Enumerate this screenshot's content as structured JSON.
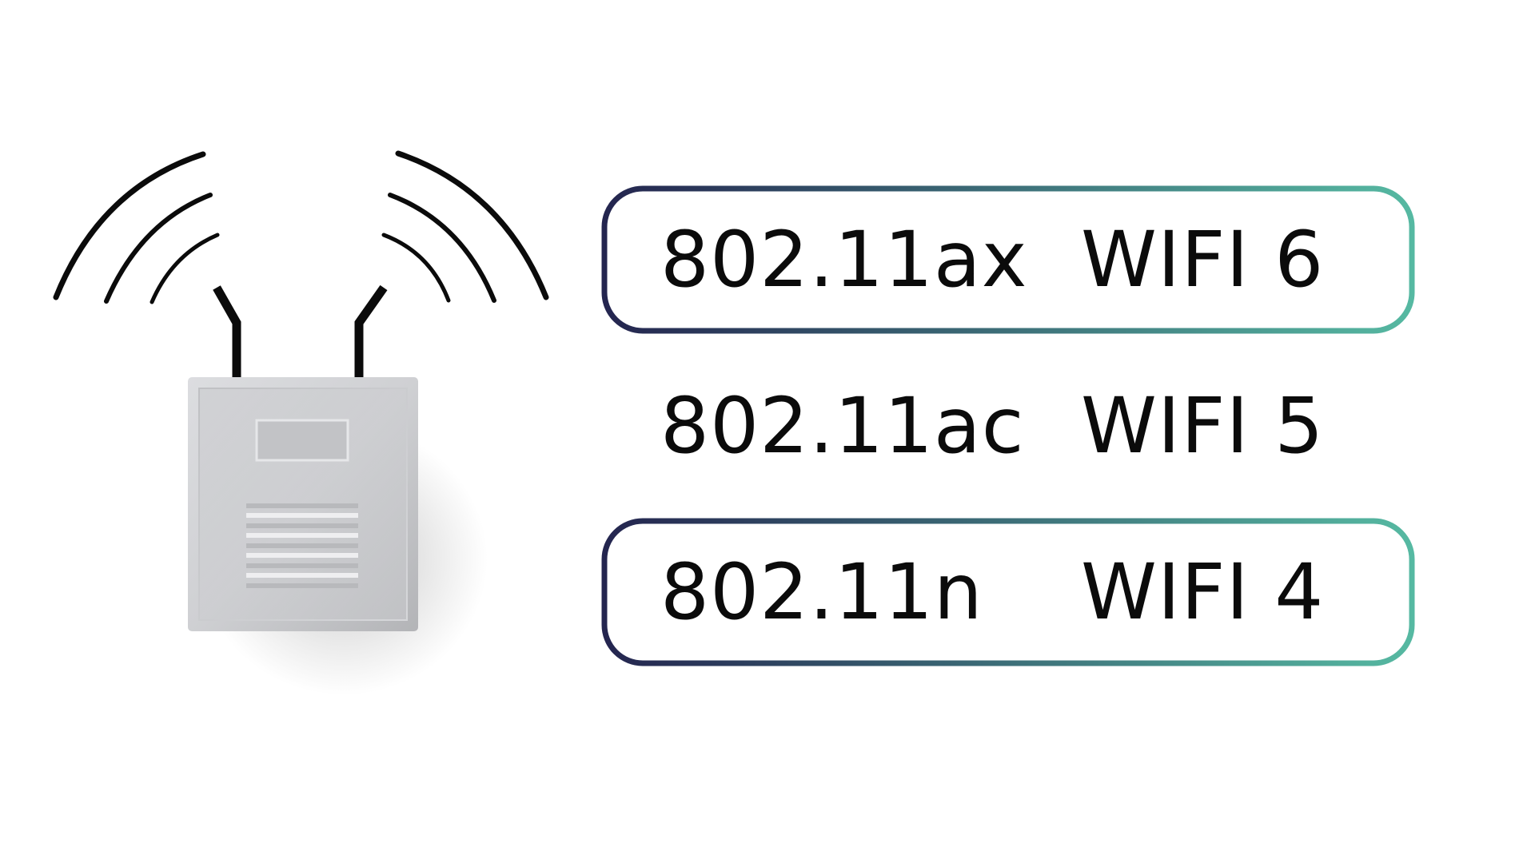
{
  "colors": {
    "background": "#ffffff",
    "text": "#0b0b0b",
    "stroke": "#0b0b0b",
    "frame_gradient_start": "#24254f",
    "frame_gradient_end": "#56b9a2",
    "device_body": "#c6c7ca"
  },
  "illustration": {
    "icon": "wireless-access-point-icon"
  },
  "standards": [
    {
      "standard": "802.11ax",
      "generation": "WIFI 6",
      "highlighted": true
    },
    {
      "standard": "802.11ac",
      "generation": "WIFI 5",
      "highlighted": false
    },
    {
      "standard": "802.11n",
      "generation": "WIFI 4",
      "highlighted": true
    }
  ]
}
